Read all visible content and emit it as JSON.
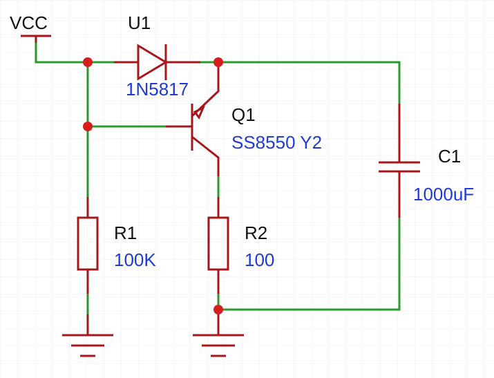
{
  "schematic": {
    "power": {
      "label": "VCC"
    },
    "diode": {
      "ref": "U1",
      "value": "1N5817"
    },
    "transistor": {
      "ref": "Q1",
      "value": "SS8550 Y2"
    },
    "capacitor": {
      "ref": "C1",
      "value": "1000uF"
    },
    "resistor1": {
      "ref": "R1",
      "value": "100K"
    },
    "resistor2": {
      "ref": "R2",
      "value": "100"
    }
  },
  "colors": {
    "wire": "#2a9a2a",
    "component": "#a8151b",
    "junction": "#d61e1e",
    "reference_text": "#111111",
    "value_text": "#1f3bd6",
    "grid": "#ececec"
  }
}
